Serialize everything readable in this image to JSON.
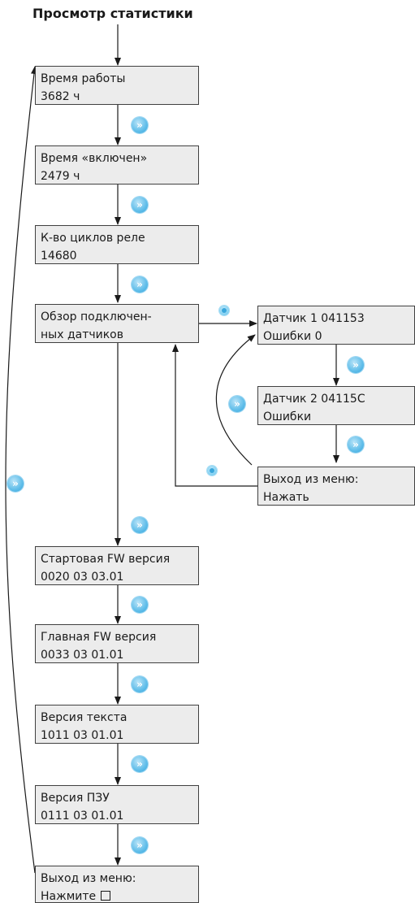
{
  "title": "Просмотр статистики",
  "boxes": {
    "runtime": {
      "line1": "Время работы",
      "line2": "3682 ч"
    },
    "on_time": {
      "line1": "Время «включен»",
      "line2": "2479 ч"
    },
    "relay_cycles": {
      "line1": "К-во циклов реле",
      "line2": "14680"
    },
    "sensors_overview": {
      "line1": "Обзор подключен-",
      "line2": "ных датчиков"
    },
    "sensor1": {
      "line1": "Датчик 1 041153",
      "line2": "Ошибки 0"
    },
    "sensor2": {
      "line1": "Датчик 2 04115C",
      "line2": "Ошибки"
    },
    "sensors_exit": {
      "line1": "Выход из меню:",
      "line2": "Нажать"
    },
    "boot_fw": {
      "line1": "Стартовая FW версия",
      "line2": "0020 03 03.01"
    },
    "main_fw": {
      "line1": "Главная FW версия",
      "line2": "0033 03 01.01"
    },
    "text_version": {
      "line1": "Версия текста",
      "line2": "1011 03 01.01"
    },
    "rom_version": {
      "line1": "Версия ПЗУ",
      "line2": "0111 03 01.01"
    },
    "main_exit": {
      "line1": "Выход из меню:",
      "line2": "Нажмите"
    }
  },
  "icons": {
    "next": "next-button-icon",
    "ok": "ok-button-icon",
    "square": "square-button-icon"
  },
  "colors": {
    "box_fill": "#ececec",
    "button_blue": "#5fbde9",
    "line": "#1a1a1a"
  }
}
